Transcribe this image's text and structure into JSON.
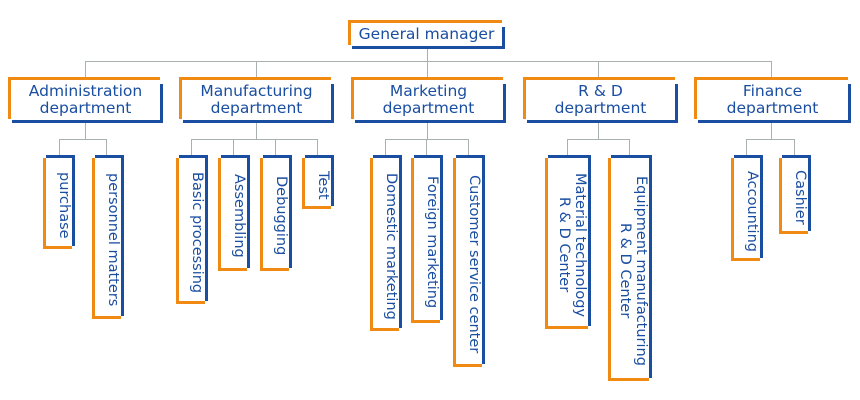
{
  "colors": {
    "accent_orange": "#f08a13",
    "accent_blue": "#1a4ea1",
    "connector": "#a9b0b0",
    "text": "#1a4ea1"
  },
  "root": {
    "label": "General manager"
  },
  "departments": [
    {
      "label": "Administration\ndepartment",
      "units": [
        "purchase",
        "personnel matters"
      ]
    },
    {
      "label": "Manufacturing\ndepartment",
      "units": [
        "Basic processing",
        "Assembling",
        "Debugging",
        "Test"
      ]
    },
    {
      "label": "Marketing\ndepartment",
      "units": [
        "Domestic marketing",
        "Foreign marketing",
        "Customer service center"
      ]
    },
    {
      "label": "R & D\ndepartment",
      "units": [
        "Material technology\nR & D Center",
        "Equipment manufacturing\nR & D Center"
      ]
    },
    {
      "label": "Finance\ndepartment",
      "units": [
        "Accounting",
        "Cashier"
      ]
    }
  ]
}
